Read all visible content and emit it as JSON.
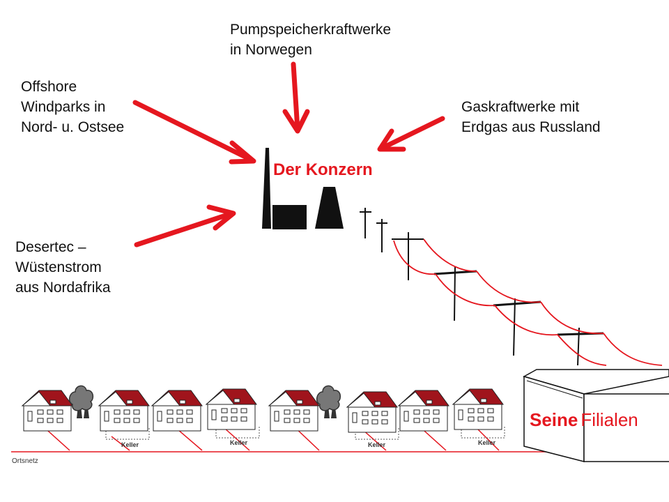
{
  "labels": {
    "pumpspeicher": [
      "Pumpspeicherkraftwerke",
      "in Norwegen"
    ],
    "offshore": [
      "Offshore",
      "Windparks in",
      "Nord- u. Ostsee"
    ],
    "gas": [
      "Gaskraftwerke mit",
      "Erdgas aus Russland"
    ],
    "desertec": [
      "Desertec –",
      "Wüstenstrom",
      "aus Nordafrika"
    ]
  },
  "konzern": "Der Konzern",
  "filialen": {
    "first": "Seine",
    "second": "Filialen"
  },
  "keller_label": "Keller",
  "ortsnetz": "Ortsnetz",
  "colors": {
    "accent_red": "#e5171f",
    "roof_red": "#a0141c",
    "black": "#111111"
  }
}
